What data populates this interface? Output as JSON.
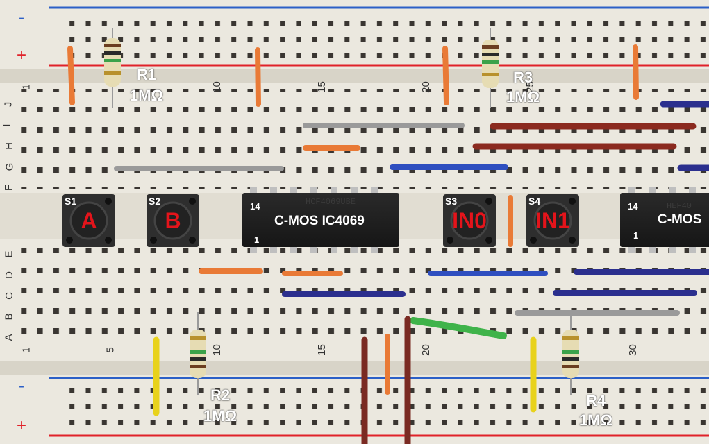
{
  "breadboard": {
    "rails": {
      "minus": "-",
      "plus": "+"
    },
    "row_letters_top": [
      "F",
      "G",
      "H",
      "I",
      "J"
    ],
    "row_letters_bottom": [
      "A",
      "B",
      "C",
      "D",
      "E"
    ],
    "column_numbers": [
      "1",
      "5",
      "10",
      "15",
      "20",
      "25",
      "30"
    ]
  },
  "resistors": [
    {
      "id": "R1",
      "value": "1MΩ"
    },
    {
      "id": "R2",
      "value": "1MΩ"
    },
    {
      "id": "R3",
      "value": "1MΩ"
    },
    {
      "id": "R4",
      "value": "1MΩ"
    }
  ],
  "switches": [
    {
      "id": "S1",
      "letter": "A"
    },
    {
      "id": "S2",
      "letter": "B"
    },
    {
      "id": "S3",
      "letter": "IN0"
    },
    {
      "id": "S4",
      "letter": "IN1"
    }
  ],
  "chips": [
    {
      "name": "C-MOS IC4069",
      "pin_top": "14",
      "pin_bottom": "1",
      "marking": "HCF4069UBE"
    },
    {
      "name": "C-MOS",
      "pin_top": "14",
      "pin_bottom": "1",
      "marking": "HEF40"
    }
  ],
  "colors": {
    "board": "#ece9df",
    "rail_red": "#e0222a",
    "rail_blue": "#2b5fc7",
    "chip": "#1f1f1f",
    "switch_body": "#2b2b2b",
    "switch_letter": "#e4141b"
  }
}
